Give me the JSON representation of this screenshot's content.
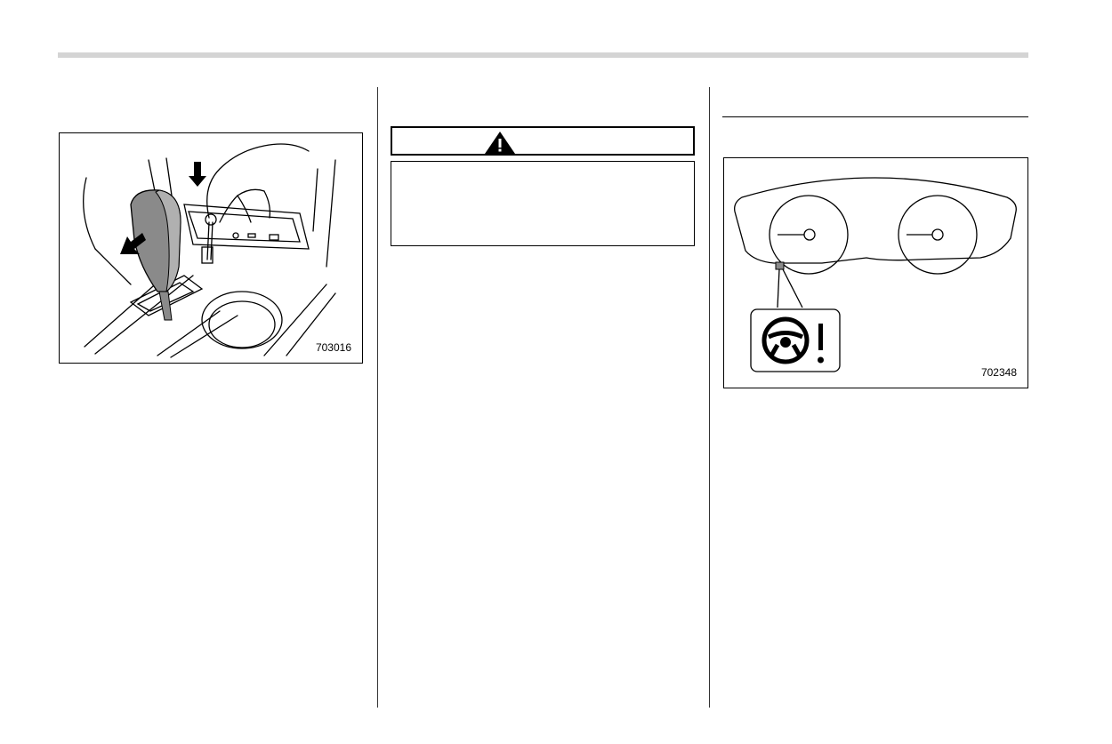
{
  "figures": {
    "shift_lock": {
      "code": "703016",
      "icon": "shift-lock-release-illustration"
    },
    "instrument_cluster": {
      "code": "702348",
      "icon": "power-steering-warning-illustration"
    }
  },
  "warning": {
    "icon": "warning-triangle-icon",
    "text": ""
  },
  "colors": {
    "rule": "#d4d4d4",
    "ink": "#000000",
    "shade": "#8a8a8a"
  }
}
